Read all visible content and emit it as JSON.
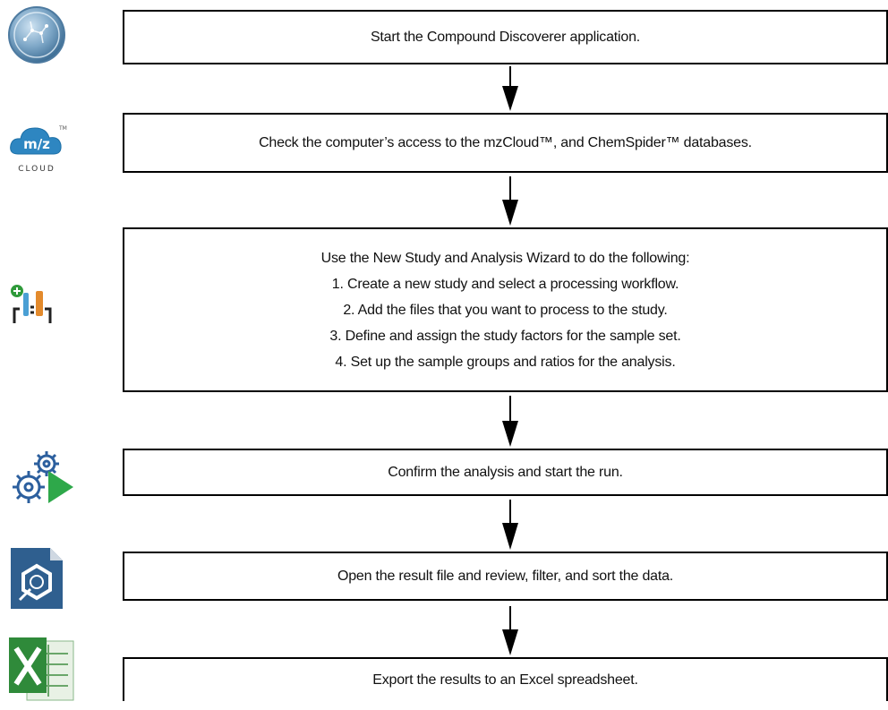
{
  "steps": [
    {
      "text": "Start the Compound Discoverer application.",
      "icon": "compound-discoverer-icon"
    },
    {
      "text": "Check the computer’s access to the mzCloud™, and ChemSpider™ databases.",
      "icon": "mzcloud-icon"
    },
    {
      "text": "Use the New Study and Analysis Wizard to do the following:",
      "icon": "study-wizard-icon",
      "substeps": [
        "1. Create a new study and select a processing workflow.",
        "2. Add the files that you want to process to the study.",
        "3. Define and assign the study factors for the sample set.",
        "4. Set up the sample groups and ratios for the analysis."
      ]
    },
    {
      "text": "Confirm the analysis and start the run.",
      "icon": "run-gears-play-icon"
    },
    {
      "text": "Open the result file and review, filter, and sort the data.",
      "icon": "result-file-icon"
    },
    {
      "text": "Export the results to an Excel spreadsheet.",
      "icon": "excel-icon"
    }
  ],
  "mzcloud": {
    "badge": "m/z",
    "label": "CLOUD",
    "tm": "™"
  }
}
